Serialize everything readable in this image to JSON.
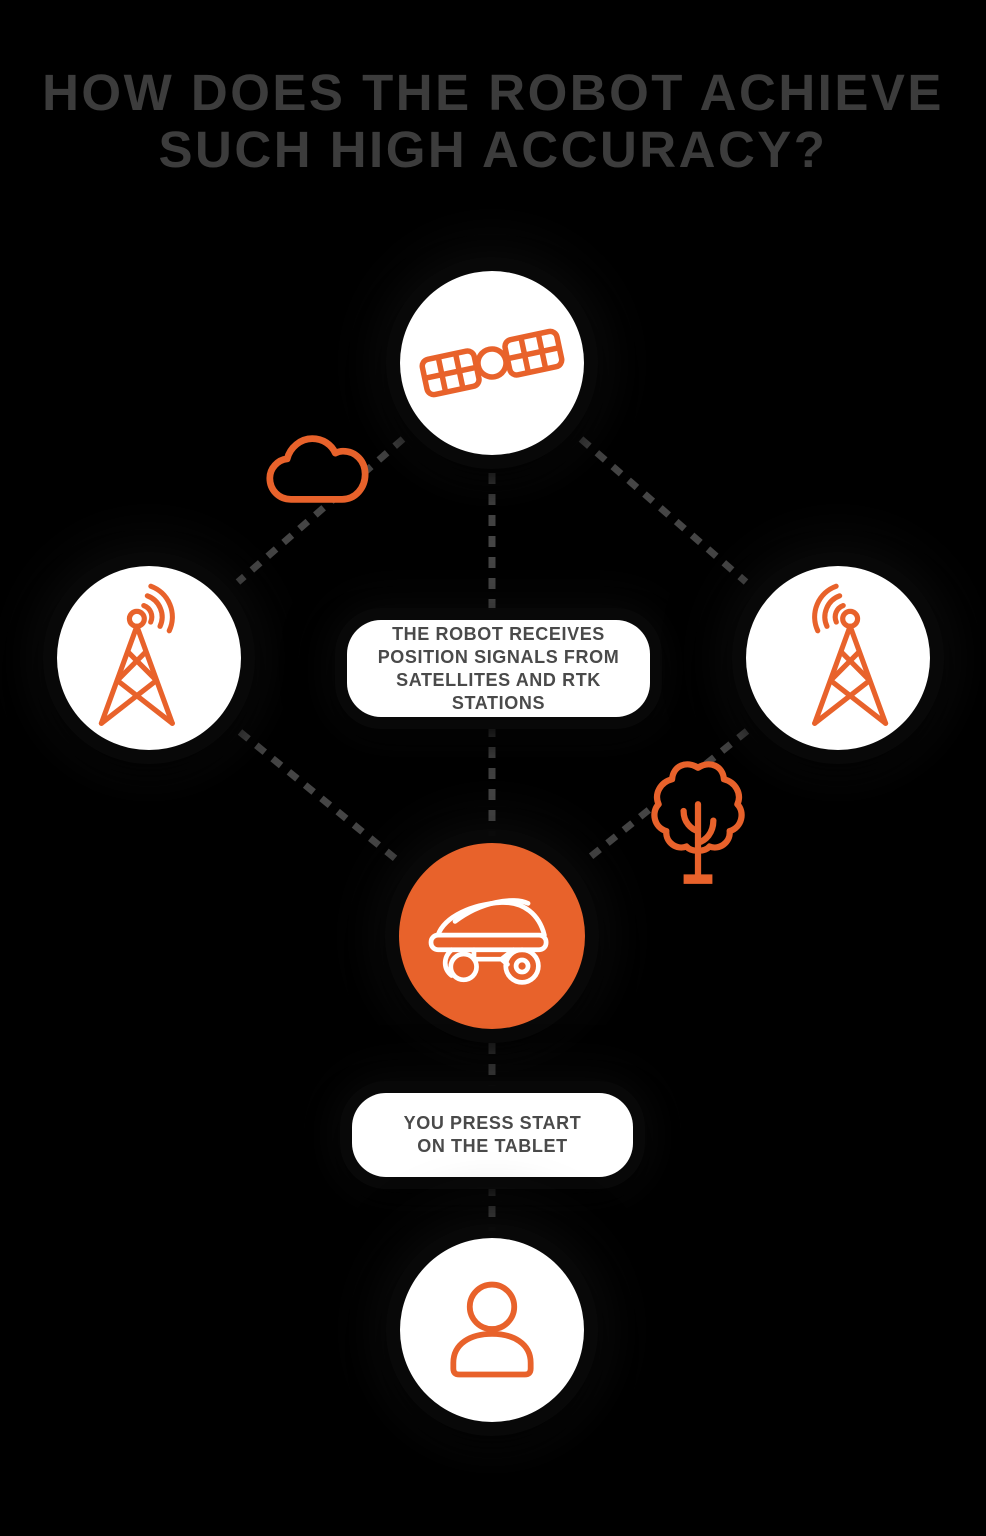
{
  "colors": {
    "background": "#000000",
    "accent_orange": "#E8622B",
    "title_text": "#3C3C3C",
    "callout_text": "#4A4A4A",
    "connector_dash": "#454545",
    "node_fill": "#FFFFFF"
  },
  "title": {
    "line1": "HOW DOES THE ROBOT ACHIEVE",
    "line2": "SUCH HIGH ACCURACY?"
  },
  "callouts": {
    "signals": "THE ROBOT RECEIVES\nPOSITION SIGNALS FROM\nSATELLITES AND RTK STATIONS",
    "start": "YOU PRESS START\nON THE TABLET"
  },
  "icons": {
    "satellite": "satellite-icon",
    "rtk_left": "radio-tower-icon",
    "rtk_right": "radio-tower-icon",
    "robot": "robot-mower-icon",
    "person": "person-icon",
    "cloud": "cloud-icon",
    "tree": "tree-icon"
  }
}
